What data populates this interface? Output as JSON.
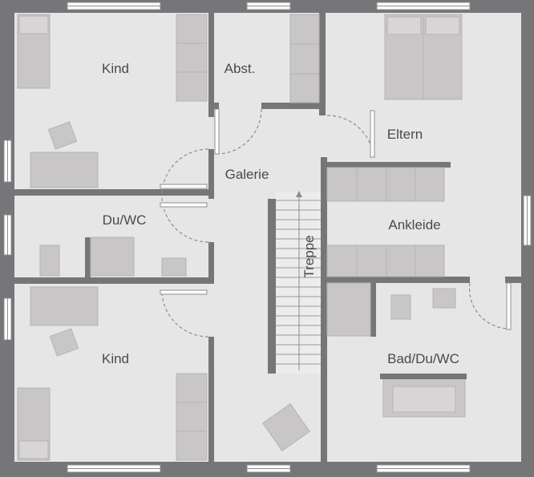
{
  "rooms": {
    "kind_top": "Kind",
    "abst": "Abst.",
    "eltern": "Eltern",
    "galerie": "Galerie",
    "du_wc": "Du/WC",
    "ankleide": "Ankleide",
    "treppe": "Treppe",
    "kind_bottom": "Kind",
    "bad": "Bad/Du/WC"
  },
  "colors": {
    "wall": "#767578",
    "floor": "#e6e6e7",
    "furniture": "#c9c6c8",
    "window": "#ffffff",
    "door": "#8e8c8f",
    "text": "#4a4a4a"
  }
}
